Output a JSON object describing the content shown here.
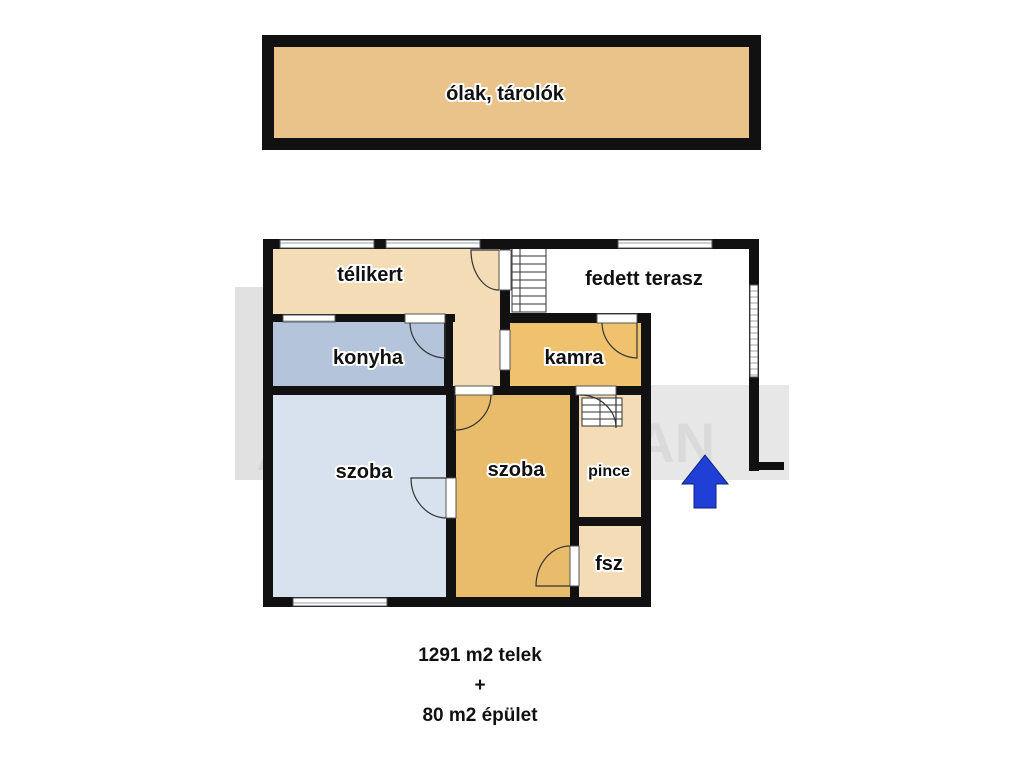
{
  "watermark": {
    "mark": "A",
    "text": "INGATLAN"
  },
  "rooms": {
    "sheds": {
      "label": "ólak, tárolók",
      "color": "#e9c38a"
    },
    "winter_garden": {
      "label": "télikert",
      "color": "#f3dcb6"
    },
    "covered_terrace": {
      "label": "fedett terasz",
      "color": "#ffffff"
    },
    "kitchen": {
      "label": "konyha",
      "color": "#b4c4da"
    },
    "pantry": {
      "label": "kamra",
      "color": "#f0c26e"
    },
    "room_left": {
      "label": "szoba",
      "color": "#d8e2ee"
    },
    "room_middle": {
      "label": "szoba",
      "color": "#e8bc6a"
    },
    "cellar": {
      "label": "pince",
      "color": "#f3dcb6"
    },
    "ground_floor": {
      "label": "fsz",
      "color": "#f3dcb6"
    }
  },
  "entrance_arrow": {
    "icon": "entrance-arrow-icon",
    "color": "#1f3fd6"
  },
  "caption": {
    "line1": "1291 m2 telek",
    "line2": "+",
    "line3": "80 m2 épület"
  }
}
